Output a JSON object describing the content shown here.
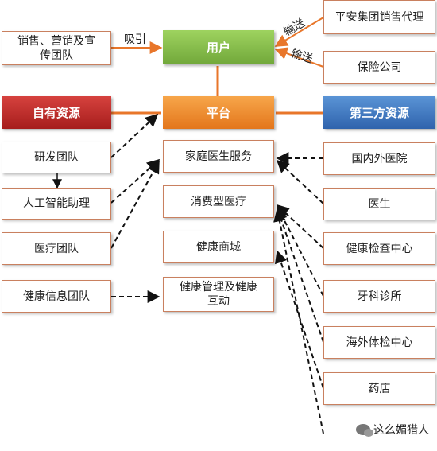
{
  "nodes": {
    "sales_team": "销售、营销及宣传团队",
    "user": "用户",
    "ping_an_agent": "平安集团销售代理",
    "insurance_company": "保险公司",
    "own_resources": "自有资源",
    "platform": "平台",
    "third_party_resources": "第三方资源",
    "rd_team": "研发团队",
    "ai_assistant": "人工智能助理",
    "medical_team": "医疗团队",
    "health_info_team": "健康信息团队",
    "family_doctor_service": "家庭医生服务",
    "consumer_healthcare": "消费型医疗",
    "health_mall": "健康商城",
    "health_management": "健康管理及健康互动",
    "hospitals": "国内外医院",
    "doctors": "医生",
    "checkup_center": "健康检查中心",
    "dental_clinic": "牙科诊所",
    "overseas_checkup": "海外体检中心",
    "pharmacy": "药店"
  },
  "edge_labels": {
    "attract": "吸引",
    "deliver_1": "输送",
    "deliver_2": "输送"
  },
  "watermark": "这么媚猎人",
  "colors": {
    "user_header": "#8cc152",
    "platform_header": "#f39a3c",
    "own_resources_header": "#c0302d",
    "third_party_header": "#3f79c6",
    "node_border": "#c9805f",
    "edge_solid": "#e8762a",
    "edge_dashed": "#111111"
  }
}
